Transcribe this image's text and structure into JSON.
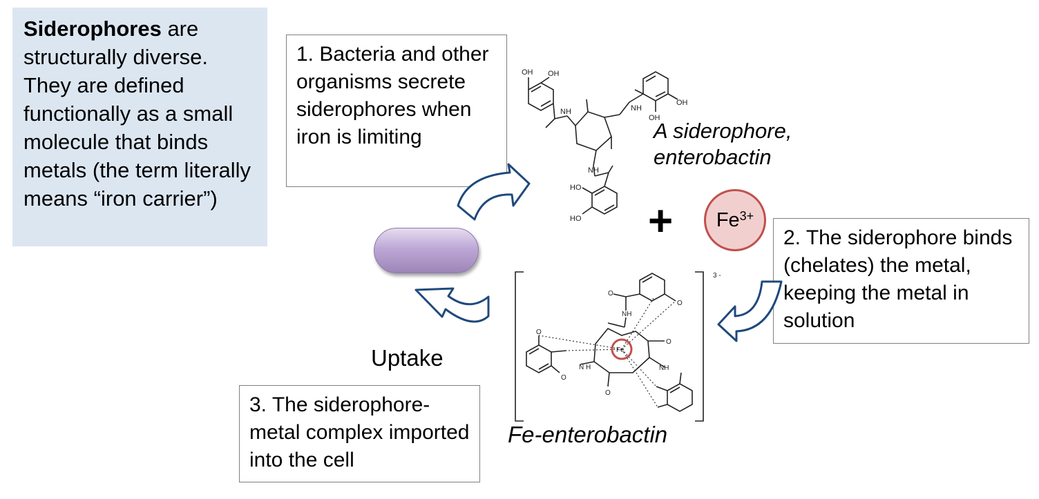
{
  "info": {
    "bold": "Siderophores",
    "text": " are structurally diverse. They are defined functionally as a small molecule that binds metals (the term literally means “iron carrier”)"
  },
  "steps": {
    "step1": "1. Bacteria and other organisms secrete siderophores when iron is limiting",
    "step2": "2. The siderophore binds (chelates) the metal, keeping the metal in solution",
    "step3": "3. The siderophore-metal complex imported into the cell"
  },
  "labels": {
    "siderophore_line1": "A siderophore,",
    "siderophore_line2": "enterobactin",
    "fe_enterobactin": "Fe-enterobactin",
    "uptake": "Uptake",
    "plus": "+",
    "fe_symbol": "Fe",
    "fe_charge": "3+",
    "complex_charge": "3 -"
  },
  "structure_labels": {
    "oh": "OH",
    "ho": "HO",
    "nh": "NH",
    "hn": "N H",
    "o": "O",
    "fe": "Fe"
  },
  "colors": {
    "arrow_fill": "#ffffff",
    "arrow_stroke": "#1f497d",
    "info_bg": "#dce6f1",
    "fe_fill": "#f2cfcf",
    "fe_stroke": "#c0504d",
    "cell_fill": "#bda8d6"
  }
}
